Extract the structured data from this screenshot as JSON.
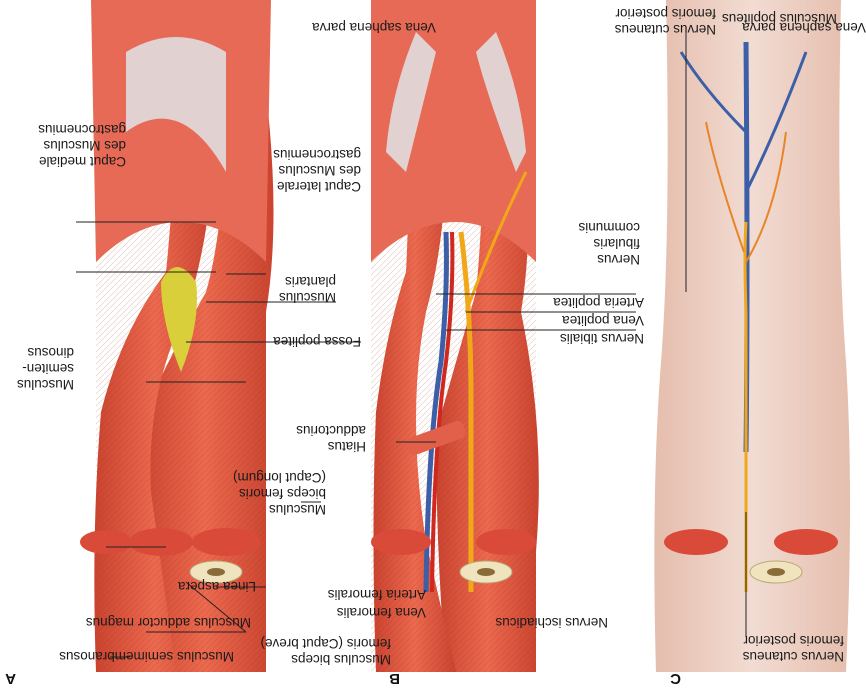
{
  "figure": {
    "panels": [
      {
        "letter": "A",
        "labels": {
          "musculus_popliteus": "Musculus popliteus",
          "caput_mediale": "Caput mediale\ndes Musculus\ngastrocnemius",
          "caput_laterale": "Caput laterale\ndes Musculus\ngastrocnemius",
          "musculus_plantaris": "Musculus\nplantaris",
          "fossa_poplitea": "Fossa poplitea",
          "musculus_semitendinosus": "Musculus\nsemiten-\ndinosus",
          "musculus_biceps_longum": "Musculus\nbiceps femoris\n(Caput longum)",
          "linea_aspera": "Linea aspera",
          "musculus_adductor_magnus": "Musculus adductor magnus",
          "musculus_semimembranosus": "Musculus semimembranosus",
          "musculus_biceps_breve": "Musculus biceps\nfemoris (Caput breve)"
        }
      },
      {
        "letter": "B",
        "labels": {
          "vena_saphena_parva": "Vena saphena parva",
          "nervus_fibularis": "Nervus\nfibularis\ncommunis",
          "arteria_poplitea": "Arteria poplitea",
          "vena_poplitea": "Vena poplitea",
          "nervus_tibialis": "Nervus tibialis",
          "hiatus_adductorius": "Hiatus\nadductorius",
          "arteria_femoralis": "Arteria femoralis",
          "vena_femoralis": "Vena femoralis",
          "nervus_ischiadicus": "Nervus ischiadicus"
        }
      },
      {
        "letter": "C",
        "labels": {
          "nervus_cutaneus_top": "Nervus cutaneus\nfemoris posterior",
          "vena_saphena_parva": "Vena saphena parva",
          "nervus_cutaneus_bottom": "Nervus cutaneus\nfemoris posterior"
        }
      }
    ]
  },
  "colors": {
    "muscle": "#e0553f",
    "muscle_dark": "#b83a2b",
    "muscle_light": "#f08a6e",
    "tendon": "#dfe3e6",
    "fossa_fat": "#d8cf3a",
    "artery": "#d0281e",
    "vein": "#3d5fa8",
    "nerve": "#f0a818",
    "bone": "#efe4bd",
    "skin": "#e9c9bb",
    "cutaneous_nerve": "#e8842a"
  }
}
